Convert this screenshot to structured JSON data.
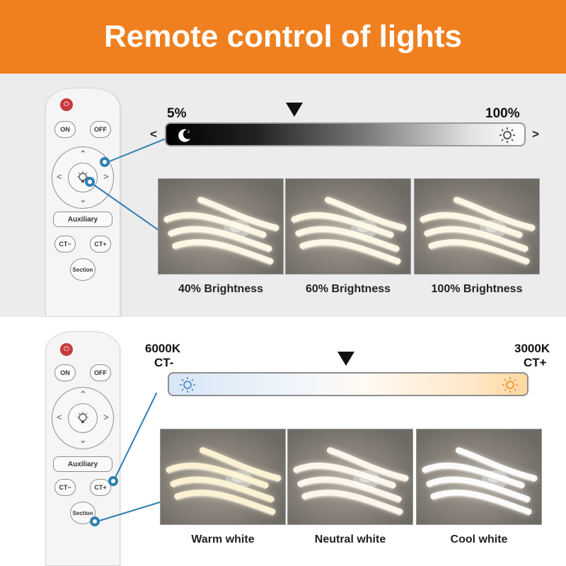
{
  "header": {
    "title": "Remote control of lights",
    "color": "#f0801f"
  },
  "remote": {
    "on_label": "ON",
    "off_label": "OFF",
    "auxiliary_label": "Auxiliary",
    "ct_minus_label": "CT−",
    "ct_plus_label": "CT+",
    "section_label": "Section"
  },
  "brightness": {
    "min_label": "5%",
    "max_label": "100%",
    "left_chevron": "<",
    "right_chevron": ">",
    "photos": [
      {
        "caption": "40% Brightness",
        "level": 40
      },
      {
        "caption": "60% Brightness",
        "level": 60
      },
      {
        "caption": "100% Brightness",
        "level": 100
      }
    ]
  },
  "color_temp": {
    "left_kelvin": "6000K",
    "left_ct": "CT-",
    "right_kelvin": "3000K",
    "right_ct": "CT+",
    "photos": [
      {
        "caption": "Warm white",
        "tone": "#fff4d6"
      },
      {
        "caption": "Neutral white",
        "tone": "#fffaf0"
      },
      {
        "caption": "Cool white",
        "tone": "#ffffff"
      }
    ]
  },
  "colors": {
    "callout": "#2e7fb3",
    "power": "#c8383c"
  }
}
